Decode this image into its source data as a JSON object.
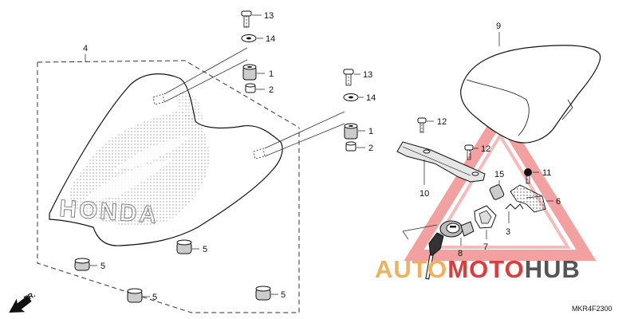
{
  "callouts": {
    "c4": "4",
    "c13a": "13",
    "c14a": "14",
    "c1a": "1",
    "c2a": "2",
    "c13b": "13",
    "c14b": "14",
    "c1b": "1",
    "c2b": "2",
    "c5a": "5",
    "c5b": "5",
    "c5c": "5",
    "c5d": "5",
    "c9": "9",
    "c12a": "12",
    "c12b": "12",
    "c10": "10",
    "c15": "15",
    "c11": "11",
    "c6": "6",
    "c8": "8",
    "c7": "7",
    "c3": "3"
  },
  "seat_logo": "HONDA",
  "direction_label": "FR.",
  "diagram_code": "MKR4F2300",
  "watermark": {
    "word_part1": "AUTO",
    "word_part2": "MOTO",
    "word_part3": "HUB",
    "color_orange": "#f2b05a",
    "color_red": "#e03a3a",
    "color_gray": "#555555"
  }
}
